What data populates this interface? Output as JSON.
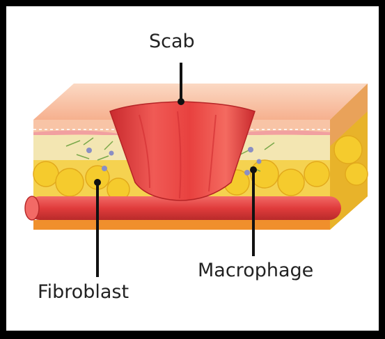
{
  "labels": {
    "scab": "Scab",
    "macrophage": "Macrophage",
    "fibroblast": "Fibroblast"
  },
  "colors": {
    "frame": "#000000",
    "scab": "#e8413f",
    "skin_top": "#f6b08e",
    "skin_front": "#f8c4a6",
    "epidermis_band": "#f1a0a0",
    "dermis": "#f3e6b2",
    "fat": "#f5cb2d",
    "blood_vessel": "#e03c3c",
    "base": "#f08f2c",
    "pointer": "#111111"
  }
}
